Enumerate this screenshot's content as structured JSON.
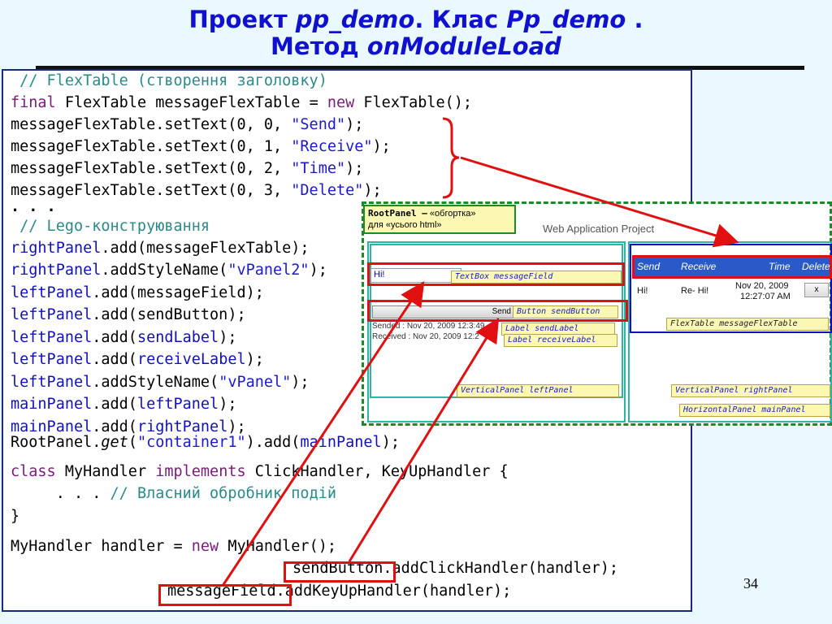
{
  "title": {
    "line1_a": "Проект ",
    "line1_b": "pp_demo",
    "line1_c": ". Клас ",
    "line1_d": "Pp_demo",
    "line1_e": " .",
    "line2_a": "Метод ",
    "line2_b": "onModuleLoad"
  },
  "code": {
    "l1": " // FlexTable (створення заголовку)",
    "l2_a": "final",
    "l2_b": " FlexTable messageFlexTable = ",
    "l2_c": "new",
    "l2_d": " FlexTable();",
    "l3_a": "messageFlexTable.setText(0, 0, ",
    "l3_b": "\"Send\"",
    "l3_c": ");",
    "l4_a": "messageFlexTable.setText(0, 1, ",
    "l4_b": "\"Receive\"",
    "l4_c": ");",
    "l5_a": "messageFlexTable.setText(0, 2, ",
    "l5_b": "\"Time\"",
    "l5_c": ");",
    "l6_a": "messageFlexTable.setText(0, 3, ",
    "l6_b": "\"Delete\"",
    "l6_c": ");",
    "l7": ". . .",
    "l8": " // Lego-конструювання",
    "l9_a": "rightPanel",
    "l9_b": ".add(messageFlexTable);",
    "l10_a": "rightPanel",
    "l10_b": ".addStyleName(",
    "l10_c": "\"vPanel2\"",
    "l10_d": ");",
    "l11_a": "leftPanel",
    "l11_b": ".add(messageField);",
    "l12_a": "leftPanel",
    "l12_b": ".add(sendButton);",
    "l13_a": "leftPanel",
    "l13_b": ".add(",
    "l13_c": "sendLabel",
    "l13_d": ");",
    "l14_a": "leftPanel",
    "l14_b": ".add(",
    "l14_c": "receiveLabel",
    "l14_d": ");",
    "l15_a": "leftPanel",
    "l15_b": ".addStyleName(",
    "l15_c": "\"vPanel\"",
    "l15_d": ");",
    "l16_a": "mainPanel",
    "l16_b": ".add(",
    "l16_c": "leftPanel",
    "l16_d": ");",
    "l17_a": "mainPanel",
    "l17_b": ".add(",
    "l17_c": "rightPanel",
    "l17_d": ");",
    "l18_a": "RootPanel.",
    "l18_b": "get",
    "l18_c": "(",
    "l18_d": "\"container1\"",
    "l18_e": ").add(",
    "l18_f": "mainPanel",
    "l18_g": ");",
    "l19_a": "class",
    "l19_b": " MyHandler ",
    "l19_c": "implements",
    "l19_d": " ClickHandler, KeyUpHandler {",
    "l20_a": "     . . . ",
    "l20_b": "// Власний обробник подій",
    "l21": "}",
    "l22_a": "MyHandler handler = ",
    "l22_b": "new",
    "l22_c": " MyHandler();",
    "l23_a": "sendButton",
    "l23_b": ".addClickHandler(handler);",
    "l24_a": "messageField",
    "l24_b": ".addKeyUpHandler(handler);"
  },
  "page_number": "34",
  "screenshot": {
    "rootpanel_a": "RootPanel –",
    "rootpanel_b": " «обгортка»",
    "rootpanel_c": "для  «усього html»",
    "app_title": "Web Application Project",
    "input_value": "Hi!",
    "tag_textbox_a": "TextBox ",
    "tag_textbox_b": "messageField",
    "button_label": "Send",
    "tag_button_a": "Button ",
    "tag_button_b": "sendButton",
    "sended": "Sended : Nov 20, 2009 12:3:49",
    "received": "Received : Nov 20, 2009 12:2",
    "tag_sendlabel_a": "Label ",
    "tag_sendlabel_b": "sendLabel",
    "tag_receivelabel_a": "Label ",
    "tag_receivelabel_b": "receiveLabel",
    "tag_vleft_a": "VerticalPanel ",
    "tag_vleft_b": "leftPanel",
    "tag_vright_a": "VerticalPanel ",
    "tag_vright_b": "rightPanel",
    "tag_hpanel_a": "HorizontalPanel ",
    "tag_hpanel_b": "mainPanel",
    "tag_flextable": "FlexTable messageFlexTable",
    "headers": [
      "Send",
      "Receive",
      "Time",
      "Delete"
    ],
    "row_send": "Hi!",
    "row_receive": "Re- Hi!",
    "row_time_1": "Nov 20, 2009",
    "row_time_2": "12:27:07 AM",
    "row_delete": "x"
  },
  "colors": {
    "title": "#1010d0",
    "keyword": "#7b1b7b",
    "field": "#1010c0",
    "string": "#1a1acc",
    "comment": "#2a8a8a",
    "arrow": "#e01010",
    "dashed_border": "#1a8a2a",
    "table_header": "#2a5ac8",
    "panel_border": "#2ab5a5",
    "note_background": "#fbf8b4"
  }
}
